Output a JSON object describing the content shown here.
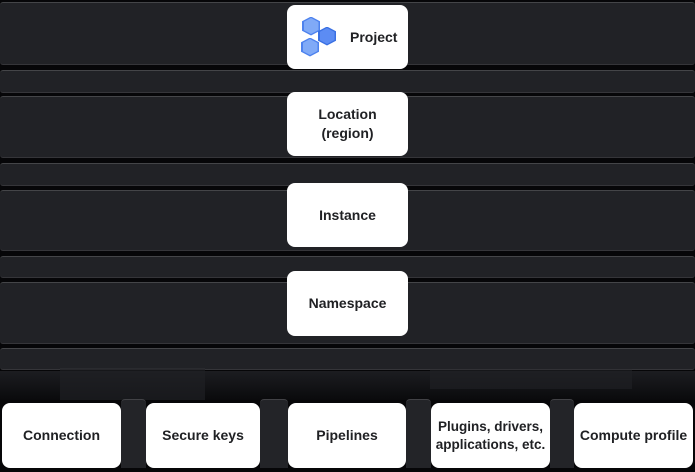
{
  "colors": {
    "page-bg": "#060608",
    "band-fill": "#212226",
    "box-bg": "#ffffff",
    "box-text": "#202124",
    "hex-light-fill": "#80aaf7",
    "hex-light-edge": "#4d82ee",
    "hex-dark-fill": "#5c8cf3",
    "hex-dark-edge": "#3a70e3"
  },
  "diagram": {
    "hierarchy": [
      {
        "label": "Project",
        "icon": "cloud-data-fusion-hexagons-icon"
      },
      {
        "lines": [
          "Location",
          "(region)"
        ]
      },
      {
        "label": "Instance"
      },
      {
        "label": "Namespace"
      }
    ],
    "namespace_resources": [
      {
        "label": "Connection"
      },
      {
        "label": "Secure keys"
      },
      {
        "label": "Pipelines"
      },
      {
        "lines": [
          "Plugins, drivers,",
          "applications, etc."
        ]
      },
      {
        "label": "Compute profile"
      }
    ]
  }
}
